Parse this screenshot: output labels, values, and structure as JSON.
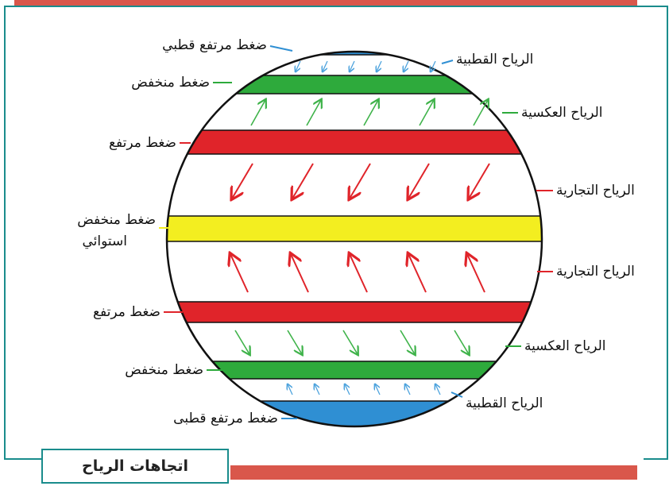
{
  "title": "اتجاهات الرياح",
  "colors": {
    "frame": "#1a8c8c",
    "accent_bar": "#d9574b",
    "polar_high": "#2f8fd3",
    "low": "#2eaa3c",
    "high": "#e0242a",
    "equator": "#f3ee20",
    "polar_wind": "#4da3dd",
    "westerly_wind": "#3fb34a",
    "trade_wind": "#e0242a"
  },
  "left_labels": [
    {
      "text": "ضغط مرتفع قطبي",
      "color": "#2f8fd3"
    },
    {
      "text": "ضغط  منخفض",
      "color": "#2eaa3c"
    },
    {
      "text": "ضغط مرتفع",
      "color": "#e0242a"
    },
    {
      "text": "ضغط  منخفض",
      "color": "#f3ee20"
    },
    {
      "text": "استوائي",
      "color": "#f3ee20"
    },
    {
      "text": "ضغط مرتفع",
      "color": "#e0242a"
    },
    {
      "text": "ضغط  منخفض",
      "color": "#2eaa3c"
    },
    {
      "text": "ضغط مرتفع قطبى",
      "color": "#2f8fd3"
    }
  ],
  "right_labels": [
    {
      "text": "الرياح القطبية",
      "color": "#2f8fd3"
    },
    {
      "text": "الرياح العكسية",
      "color": "#2eaa3c"
    },
    {
      "text": "الرياح التجارية",
      "color": "#e0242a"
    },
    {
      "text": "الرياح التجارية",
      "color": "#e0242a"
    },
    {
      "text": "الرياح العكسية",
      "color": "#2eaa3c"
    },
    {
      "text": "الرياح القطبية",
      "color": "#2f8fd3"
    }
  ]
}
